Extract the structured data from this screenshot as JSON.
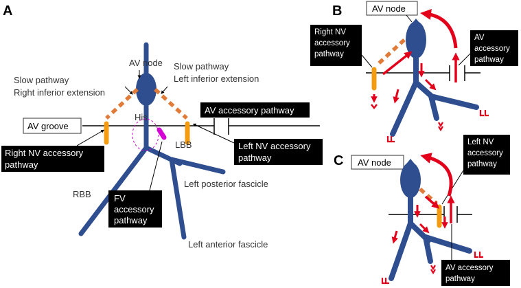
{
  "panels": {
    "a": "A",
    "b": "B",
    "c": "C"
  },
  "panel_a": {
    "av_node": "AV node",
    "slow_right": [
      "Slow pathway",
      "Right inferior extension"
    ],
    "slow_left": [
      "Slow pathway",
      "Left inferior extension"
    ],
    "his": "His",
    "av_groove": "AV groove",
    "av_accessory": "AV accessory pathway",
    "right_nv": [
      "Right  NV accessory",
      "pathway"
    ],
    "left_nv": [
      "Left  NV accessory",
      " pathway"
    ],
    "fv": [
      "FV",
      "accessory",
      "pathway"
    ],
    "lbb": "LBB",
    "rbb": "RBB",
    "left_posterior": "Left posterior fascicle",
    "left_anterior": "Left anterior fascicle"
  },
  "panel_b": {
    "av_node": "AV node",
    "right_nv": [
      "Right  NV",
      "accessory",
      "pathway"
    ],
    "av_accessory": [
      "AV",
      "accessory",
      "pathway"
    ]
  },
  "panel_c": {
    "av_node": "AV node",
    "left_nv": [
      "Left NV",
      "accessory",
      "pathway"
    ],
    "av_accessory": [
      "AV accessory",
      "pathway"
    ]
  },
  "colors": {
    "conduction": "#2e4e8f",
    "slow_pathway": "#e07b39",
    "nv_pathway": "#f39c12",
    "fv_pathway": "#d400d4",
    "arrow": "#e3001b"
  }
}
